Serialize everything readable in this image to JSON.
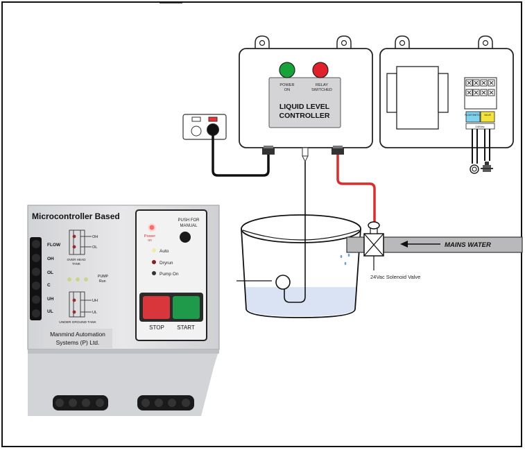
{
  "controller": {
    "power_label_1": "POWER",
    "power_label_2": "ON",
    "relay_label_1": "RELAY",
    "relay_label_2": "SWITCHED",
    "title_line_1": "LIQUID LEVEL",
    "title_line_2": "CONTROLLER"
  },
  "relay_box": {
    "terminal_label_a": "FLOAT SWITCH",
    "terminal_label_b": "VALVE",
    "terminal_label_c": "240Vac"
  },
  "labels": {
    "mains_water": "MAINS WATER",
    "solenoid_valve": "24Vac Solenoid Valve"
  },
  "product": {
    "heading": "Microcontroller Based",
    "flow": "FLOW",
    "oh": "OH",
    "ol": "OL",
    "c": "C",
    "uh": "UH",
    "ul": "UL",
    "overhead_tank": "OVER HEAD TANK",
    "overhead_tank_1": "OVER HEAD",
    "overhead_tank_2": "TANK",
    "underground_tank": "UNDER GROUND TANK",
    "tank_oh": "OH",
    "tank_ol": "OL",
    "tank_uh": "UH",
    "tank_ul": "UL",
    "pump_run_1": "PUMP",
    "pump_run_2": "Run",
    "power_on_1": "Power",
    "power_on_2": "on",
    "auto": "Auto",
    "dryrun": "Dryrun",
    "pump_on": "Pump On",
    "push_manual_1": "PUSH FOR",
    "push_manual_2": "MANUAL",
    "stop": "STOP",
    "start": "START",
    "maker_line_1": "Manmind Automation",
    "maker_line_2": "Systems (P) Ltd."
  },
  "colors": {
    "power_led": "#15a33a",
    "relay_led": "#e0202a",
    "red_wire": "#e02a2a",
    "water": "#d9e3f3",
    "stop_button": "#d8363a",
    "start_button": "#1f9a4a",
    "product_panel": "#e2e2e4"
  }
}
